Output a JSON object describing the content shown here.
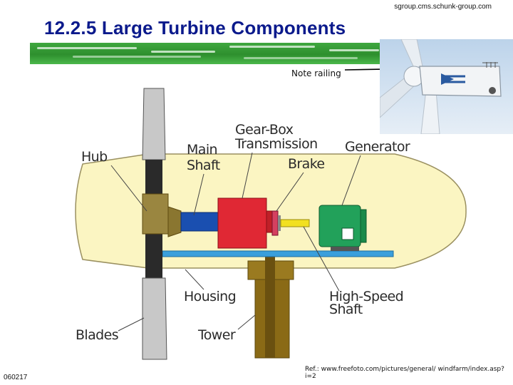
{
  "header": {
    "source_url": "sgroup.cms.schunk-group.com",
    "title": "12.2.5 Large Turbine Components"
  },
  "photo": {
    "note_label": "Note railing"
  },
  "diagram": {
    "labels": {
      "hub": "Hub",
      "main_shaft_line1": "Main",
      "main_shaft_line2": "Shaft",
      "gearbox_line1": "Gear-Box",
      "gearbox_line2": "Transmission",
      "brake": "Brake",
      "generator": "Generator",
      "housing": "Housing",
      "high_speed_line1": "High-Speed",
      "high_speed_line2": "Shaft",
      "blades": "Blades",
      "tower": "Tower"
    },
    "colors": {
      "nacelle": "#fbf5c2",
      "tower": "#8a6a16",
      "gearbox": "#e02834",
      "generator": "#22a15a",
      "main_shaft": "#1a4fb0",
      "high_speed_shaft": "#f2e020",
      "platform": "#3a9fdc"
    }
  },
  "footer": {
    "reference": "Ref.: www.freefoto.com/pictures/general/ windfarm/index.asp?i=2",
    "slide_code": "060217"
  }
}
